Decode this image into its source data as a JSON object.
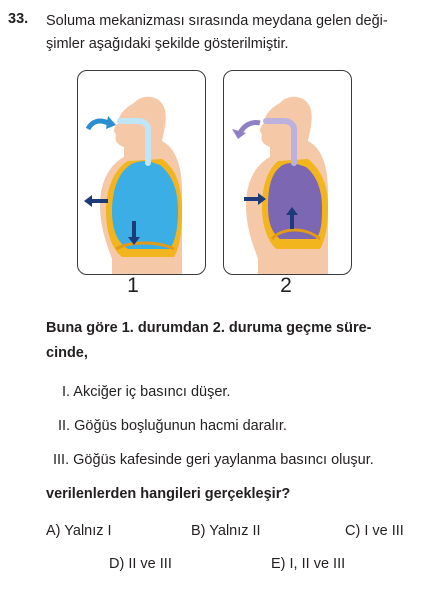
{
  "question": {
    "number": "33.",
    "stem_line1": "Soluma mekanizması sırasında meydana gelen deği-",
    "stem_line2": "şimler aşağıdaki şekilde gösterilmiştir."
  },
  "figure": {
    "panels": [
      {
        "label": "1",
        "lung_color": "#3aaee5",
        "air_arrow_color": "#2a8fd0"
      },
      {
        "label": "2",
        "lung_color": "#7b67b2",
        "air_arrow_color": "#8f7fc4"
      }
    ],
    "body_color": "#f5c9a8",
    "rib_color": "#f2b51d",
    "arrow_color": "#1f3a7a"
  },
  "prompt": {
    "line1": "Buna göre 1. durumdan 2. duruma geçme süre-",
    "line2": "cinde,"
  },
  "statements": [
    {
      "numeral": "I.",
      "text": "Akciğer iç basıncı düşer."
    },
    {
      "numeral": "II.",
      "text": "Göğüs boşluğunun hacmi daralır."
    },
    {
      "numeral": "III.",
      "text": "Göğüs kafesinde geri yaylanma basıncı oluşur."
    }
  ],
  "ask": "verilenlerden hangileri gerçekleşir?",
  "options": [
    {
      "letter": "A)",
      "text": "Yalnız I"
    },
    {
      "letter": "B)",
      "text": "Yalnız II"
    },
    {
      "letter": "C)",
      "text": "I ve III"
    },
    {
      "letter": "D)",
      "text": "II ve III"
    },
    {
      "letter": "E)",
      "text": "I, II ve III"
    }
  ]
}
